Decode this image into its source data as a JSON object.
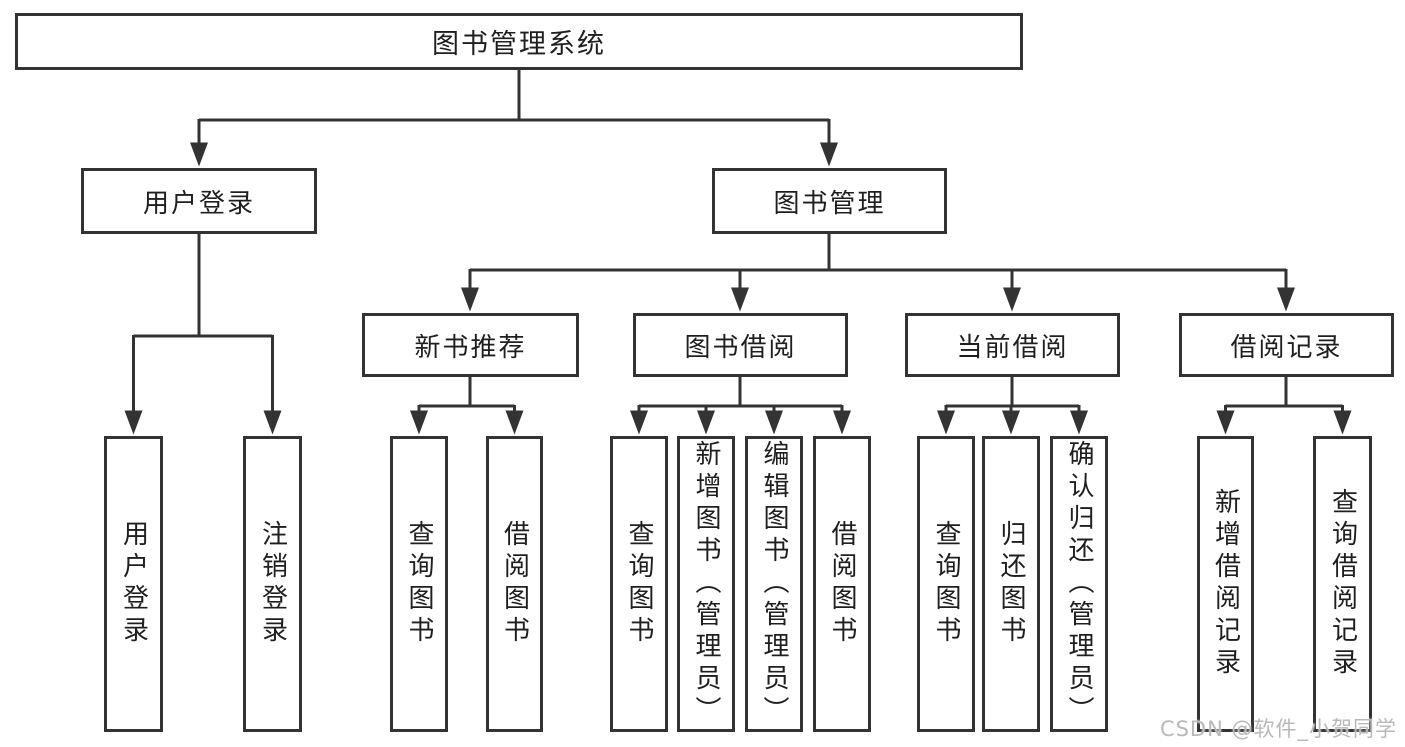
{
  "diagram": {
    "root": {
      "label": "图书管理系统"
    },
    "branches": [
      {
        "label": "用户登录",
        "children": [
          {
            "label": "用户登录"
          },
          {
            "label": "注销登录"
          }
        ]
      },
      {
        "label": "图书管理",
        "children": [
          {
            "label": "新书推荐",
            "children": [
              {
                "label": "查询图书"
              },
              {
                "label": "借阅图书"
              }
            ]
          },
          {
            "label": "图书借阅",
            "children": [
              {
                "label": "查询图书"
              },
              {
                "label": "新增图书（管理员）"
              },
              {
                "label": "编辑图书（管理员）"
              },
              {
                "label": "借阅图书"
              }
            ]
          },
          {
            "label": "当前借阅",
            "children": [
              {
                "label": "查询图书"
              },
              {
                "label": "归还图书"
              },
              {
                "label": "确认归还（管理员）"
              }
            ]
          },
          {
            "label": "借阅记录",
            "children": [
              {
                "label": "新增借阅记录"
              },
              {
                "label": "查询借阅记录"
              }
            ]
          }
        ]
      }
    ]
  },
  "watermark": {
    "text": "CSDN @软件_小贺同学"
  },
  "colors": {
    "line": "#333333",
    "box_border": "#333333",
    "box_background": "#ffffff",
    "text": "#1f1f1f",
    "watermark": "#b9b9b9",
    "background": "#ffffff"
  }
}
